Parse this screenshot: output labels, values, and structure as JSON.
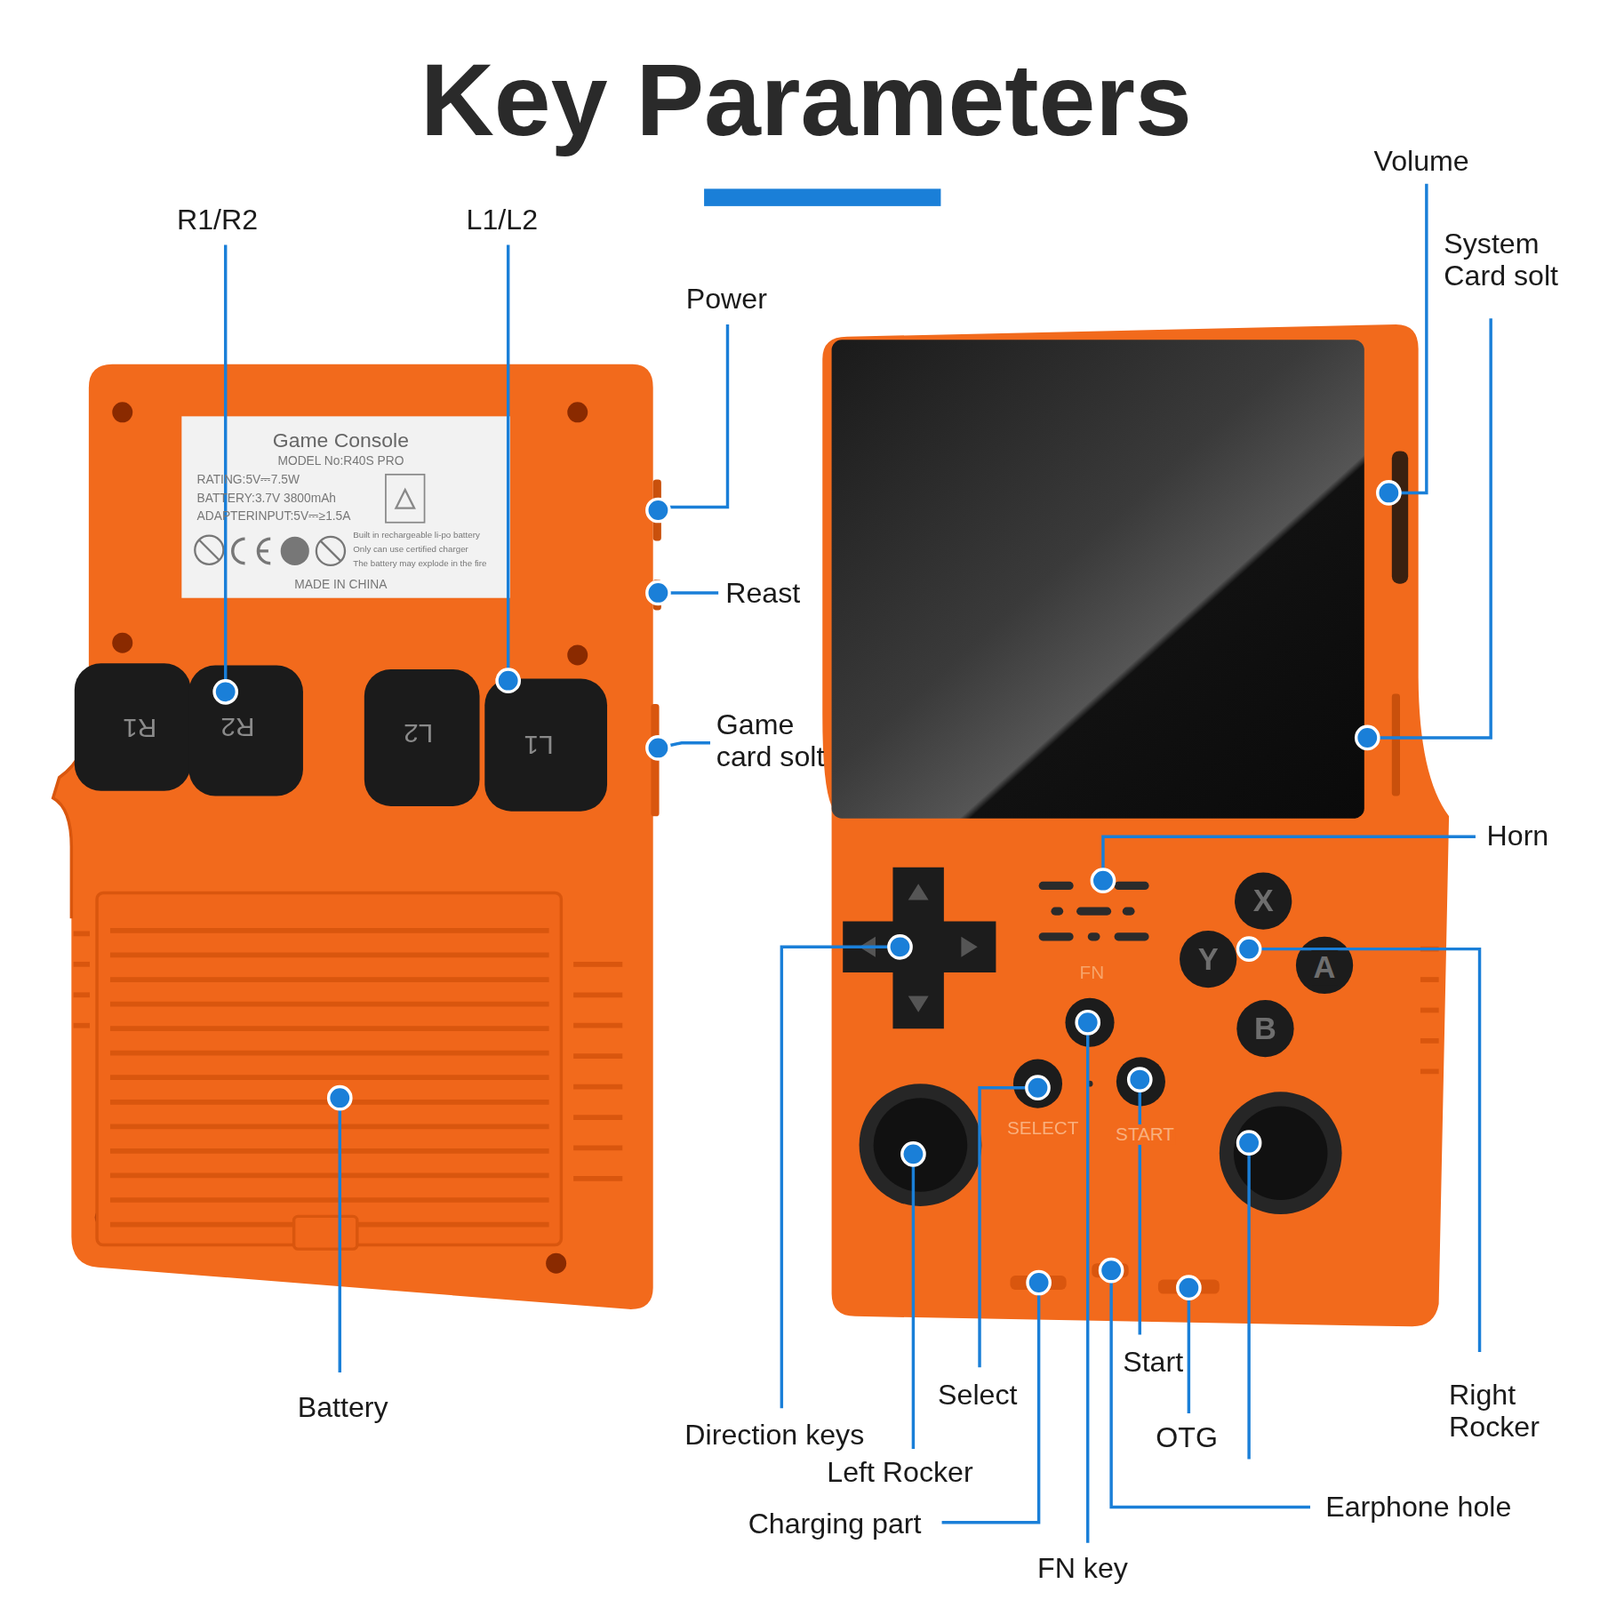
{
  "diagram": {
    "title": "Key Parameters",
    "labels": [
      "R1/R2",
      "L1/L2",
      "Power",
      "Reast",
      "Game card solt",
      "Volume",
      "System Card solt",
      "Horn",
      "Battery",
      "Direction keys",
      "Left Rocker",
      "Select",
      "Start",
      "OTG",
      "Right Rocker",
      "Earphone hole",
      "Charging part",
      "FN key",
      "R1",
      "R2",
      "L2",
      "L1",
      "Game Console",
      "MODEL No:R40S PRO",
      "RATING:5V⎓7.5W",
      "BATTERY:3.7V 3800mAh",
      "ADAPTERINPUT:5V⎓≥1.5A",
      "Built in rechargeable li-po battery",
      "Only can use certified charger",
      "The battery may explode in the fire",
      "MADE IN CHINA",
      "X",
      "Y",
      "A",
      "B",
      "FN",
      "SELECT",
      "START"
    ]
  }
}
